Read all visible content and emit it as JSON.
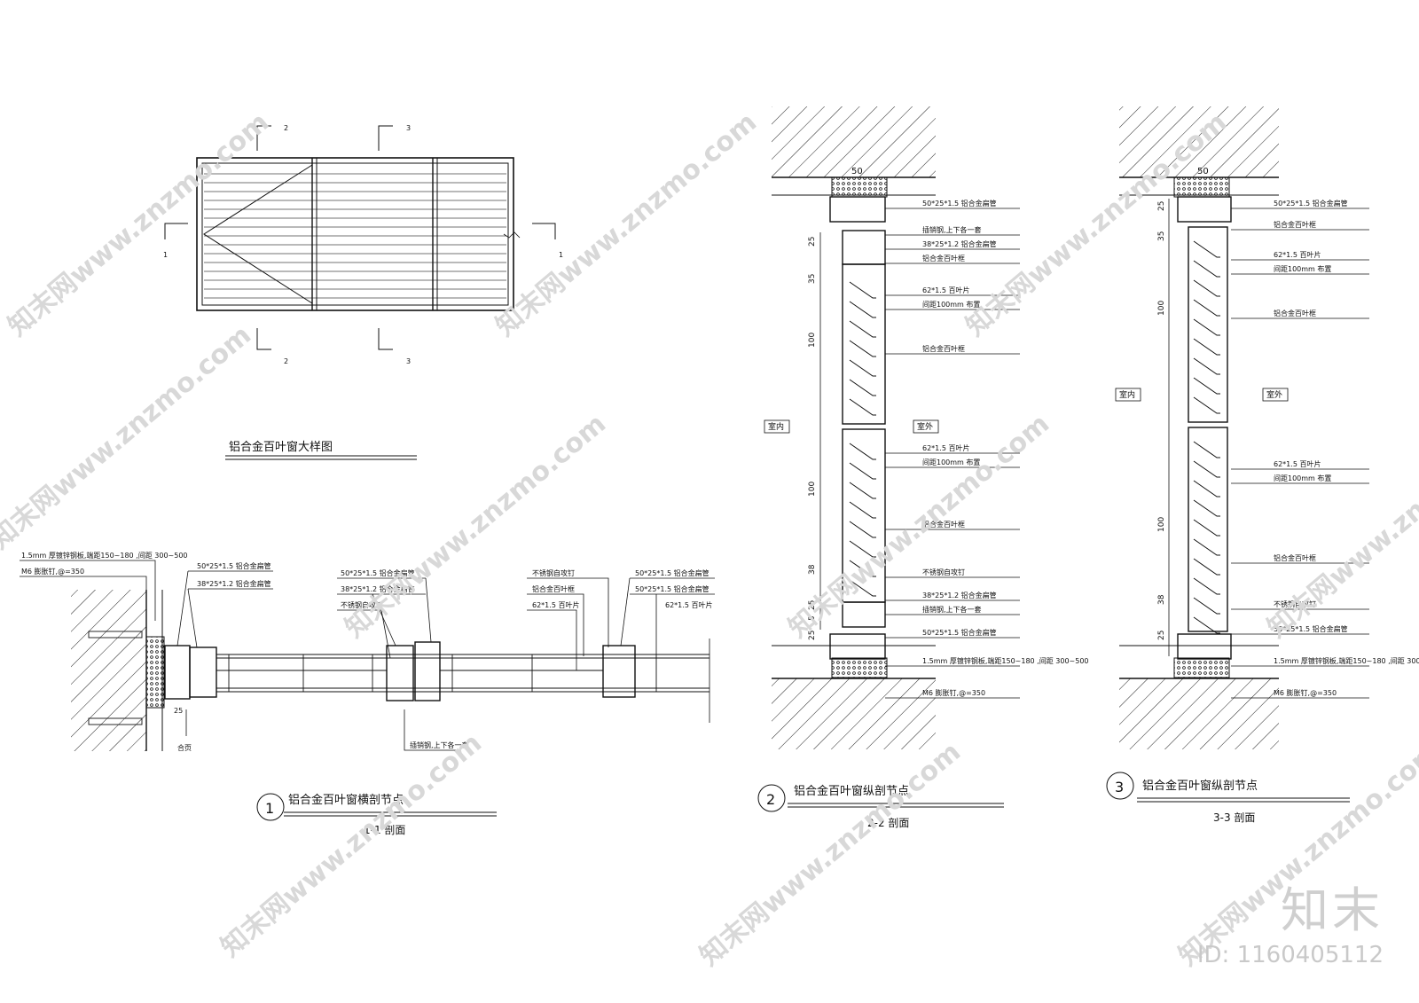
{
  "elevation": {
    "title": "铝合金百叶窗大样图",
    "section_marks": [
      "1",
      "2",
      "3"
    ]
  },
  "detail1": {
    "number": "1",
    "title": "铝合金百叶窗横剖节点",
    "section": "1-1  剖面",
    "labels": {
      "steel_plate": "1.5mm  厚镀锌钢板,端距150~180  ,间距 300~500",
      "nail": "M6  膨胀钉,@=350",
      "pipe_50": "50*25*1.5    铝合金扁管",
      "pipe_38": "38*25*1.2    铝合金扁管",
      "pipe_50b": "50*25*1.5    铝合金扁管",
      "pipe_38b": "38*25*1.2    铝合金扁管",
      "screw": "不锈钢自攻钉",
      "screw_r": "不锈钢自攻钉",
      "frame_r": "铝合金百叶框",
      "blade_r": "62*1.5      百叶片",
      "pipe_r1": "50*25*1.5    铝合金扁管",
      "pipe_r2": "50*25*1.5    铝合金扁管",
      "blade_r2": "62*1.5     百叶片",
      "hinge": "合页",
      "bolt": "插销钢,上下各一套",
      "dim25": "25"
    }
  },
  "detail2": {
    "number": "2",
    "title": "铝合金百叶窗纵剖节点",
    "section": "2-2  剖面",
    "indoor": "室内",
    "outdoor": "室外",
    "top_dim": "50",
    "dims": [
      "25",
      "35",
      "100",
      "100",
      "38",
      "25",
      "5",
      "25"
    ],
    "labels": [
      "50*25*1.5     铝合金扁管",
      "插销钢,上下各一套",
      "38*25*1.2     铝合金扁管",
      "铝合金百叶框",
      "62*1.5      百叶片",
      "间距100mm    布置",
      "铝合金百叶框",
      "62*1.5      百叶片",
      "间距100mm    布置",
      "铝合金百叶框",
      "不锈钢自攻钉",
      "38*25*1.2     铝合金扁管",
      "插销钢,上下各一套",
      "50*25*1.5     铝合金扁管",
      "1.5mm  厚镀锌钢板,端距150~180   ,间距 300~500",
      "M6  膨胀钉,@=350"
    ]
  },
  "detail3": {
    "number": "3",
    "title": "铝合金百叶窗纵剖节点",
    "section": "3-3  剖面",
    "indoor": "室内",
    "outdoor": "室外",
    "top_dim": "50",
    "dims": [
      "25",
      "35",
      "100",
      "100",
      "38",
      "25"
    ],
    "labels": [
      "50*25*1.5     铝合金扁管",
      "铝合金百叶框",
      "62*1.5      百叶片",
      "间距100mm    布置",
      "铝合金百叶框",
      "62*1.5      百叶片",
      "间距100mm    布置",
      "铝合金百叶框",
      "不锈钢自攻钉",
      "50*25*1.5     铝合金扁管",
      "1.5mm  厚镀锌钢板,端距150~180   ,间距 300~500",
      "M6  膨胀钉,@=350"
    ]
  },
  "watermark": {
    "text": "知末网www.znzmo.com",
    "brand": "知末",
    "id": "ID: 1160405112"
  }
}
